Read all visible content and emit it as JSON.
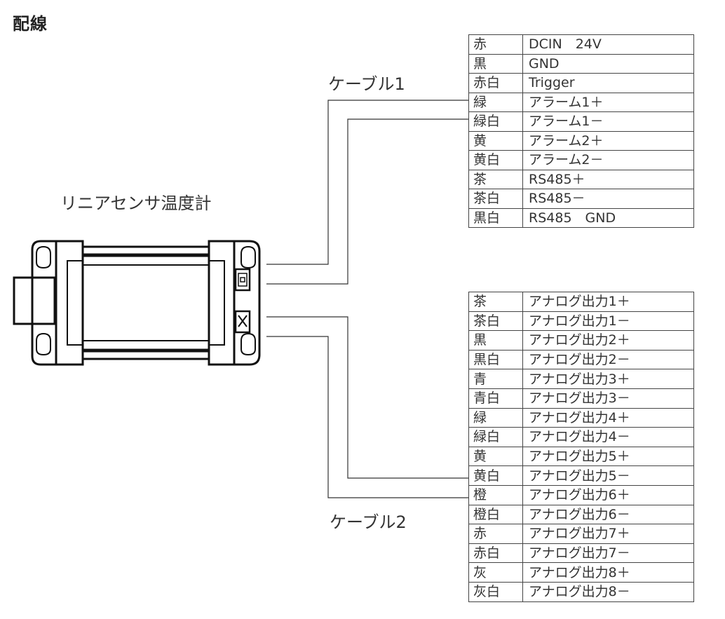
{
  "title": "配線",
  "device": {
    "label": "リニアセンサ温度計"
  },
  "cable1": {
    "label": "ケーブル1",
    "rows": [
      {
        "color": "赤",
        "signal": "DCIN　24V"
      },
      {
        "color": "黒",
        "signal": "GND"
      },
      {
        "color": "赤白",
        "signal": "Trigger"
      },
      {
        "color": "緑",
        "signal": "アラーム1＋"
      },
      {
        "color": "緑白",
        "signal": "アラーム1－"
      },
      {
        "color": "黄",
        "signal": "アラーム2＋"
      },
      {
        "color": "黄白",
        "signal": "アラーム2－"
      },
      {
        "color": "茶",
        "signal": "RS485＋"
      },
      {
        "color": "茶白",
        "signal": "RS485－"
      },
      {
        "color": "黒白",
        "signal": "RS485　GND"
      }
    ]
  },
  "cable2": {
    "label": "ケーブル2",
    "rows": [
      {
        "color": "茶",
        "signal": "アナログ出力1＋"
      },
      {
        "color": "茶白",
        "signal": "アナログ出力1－"
      },
      {
        "color": "黒",
        "signal": "アナログ出力2＋"
      },
      {
        "color": "黒白",
        "signal": "アナログ出力2－"
      },
      {
        "color": "青",
        "signal": "アナログ出力3＋"
      },
      {
        "color": "青白",
        "signal": "アナログ出力3－"
      },
      {
        "color": "緑",
        "signal": "アナログ出力4＋"
      },
      {
        "color": "緑白",
        "signal": "アナログ出力4－"
      },
      {
        "color": "黄",
        "signal": "アナログ出力5＋"
      },
      {
        "color": "黄白",
        "signal": "アナログ出力5－"
      },
      {
        "color": "橙",
        "signal": "アナログ出力6＋"
      },
      {
        "color": "橙白",
        "signal": "アナログ出力6－"
      },
      {
        "color": "赤",
        "signal": "アナログ出力7＋"
      },
      {
        "color": "赤白",
        "signal": "アナログ出力7－"
      },
      {
        "color": "灰",
        "signal": "アナログ出力8＋"
      },
      {
        "color": "灰白",
        "signal": "アナログ出力8－"
      }
    ]
  }
}
